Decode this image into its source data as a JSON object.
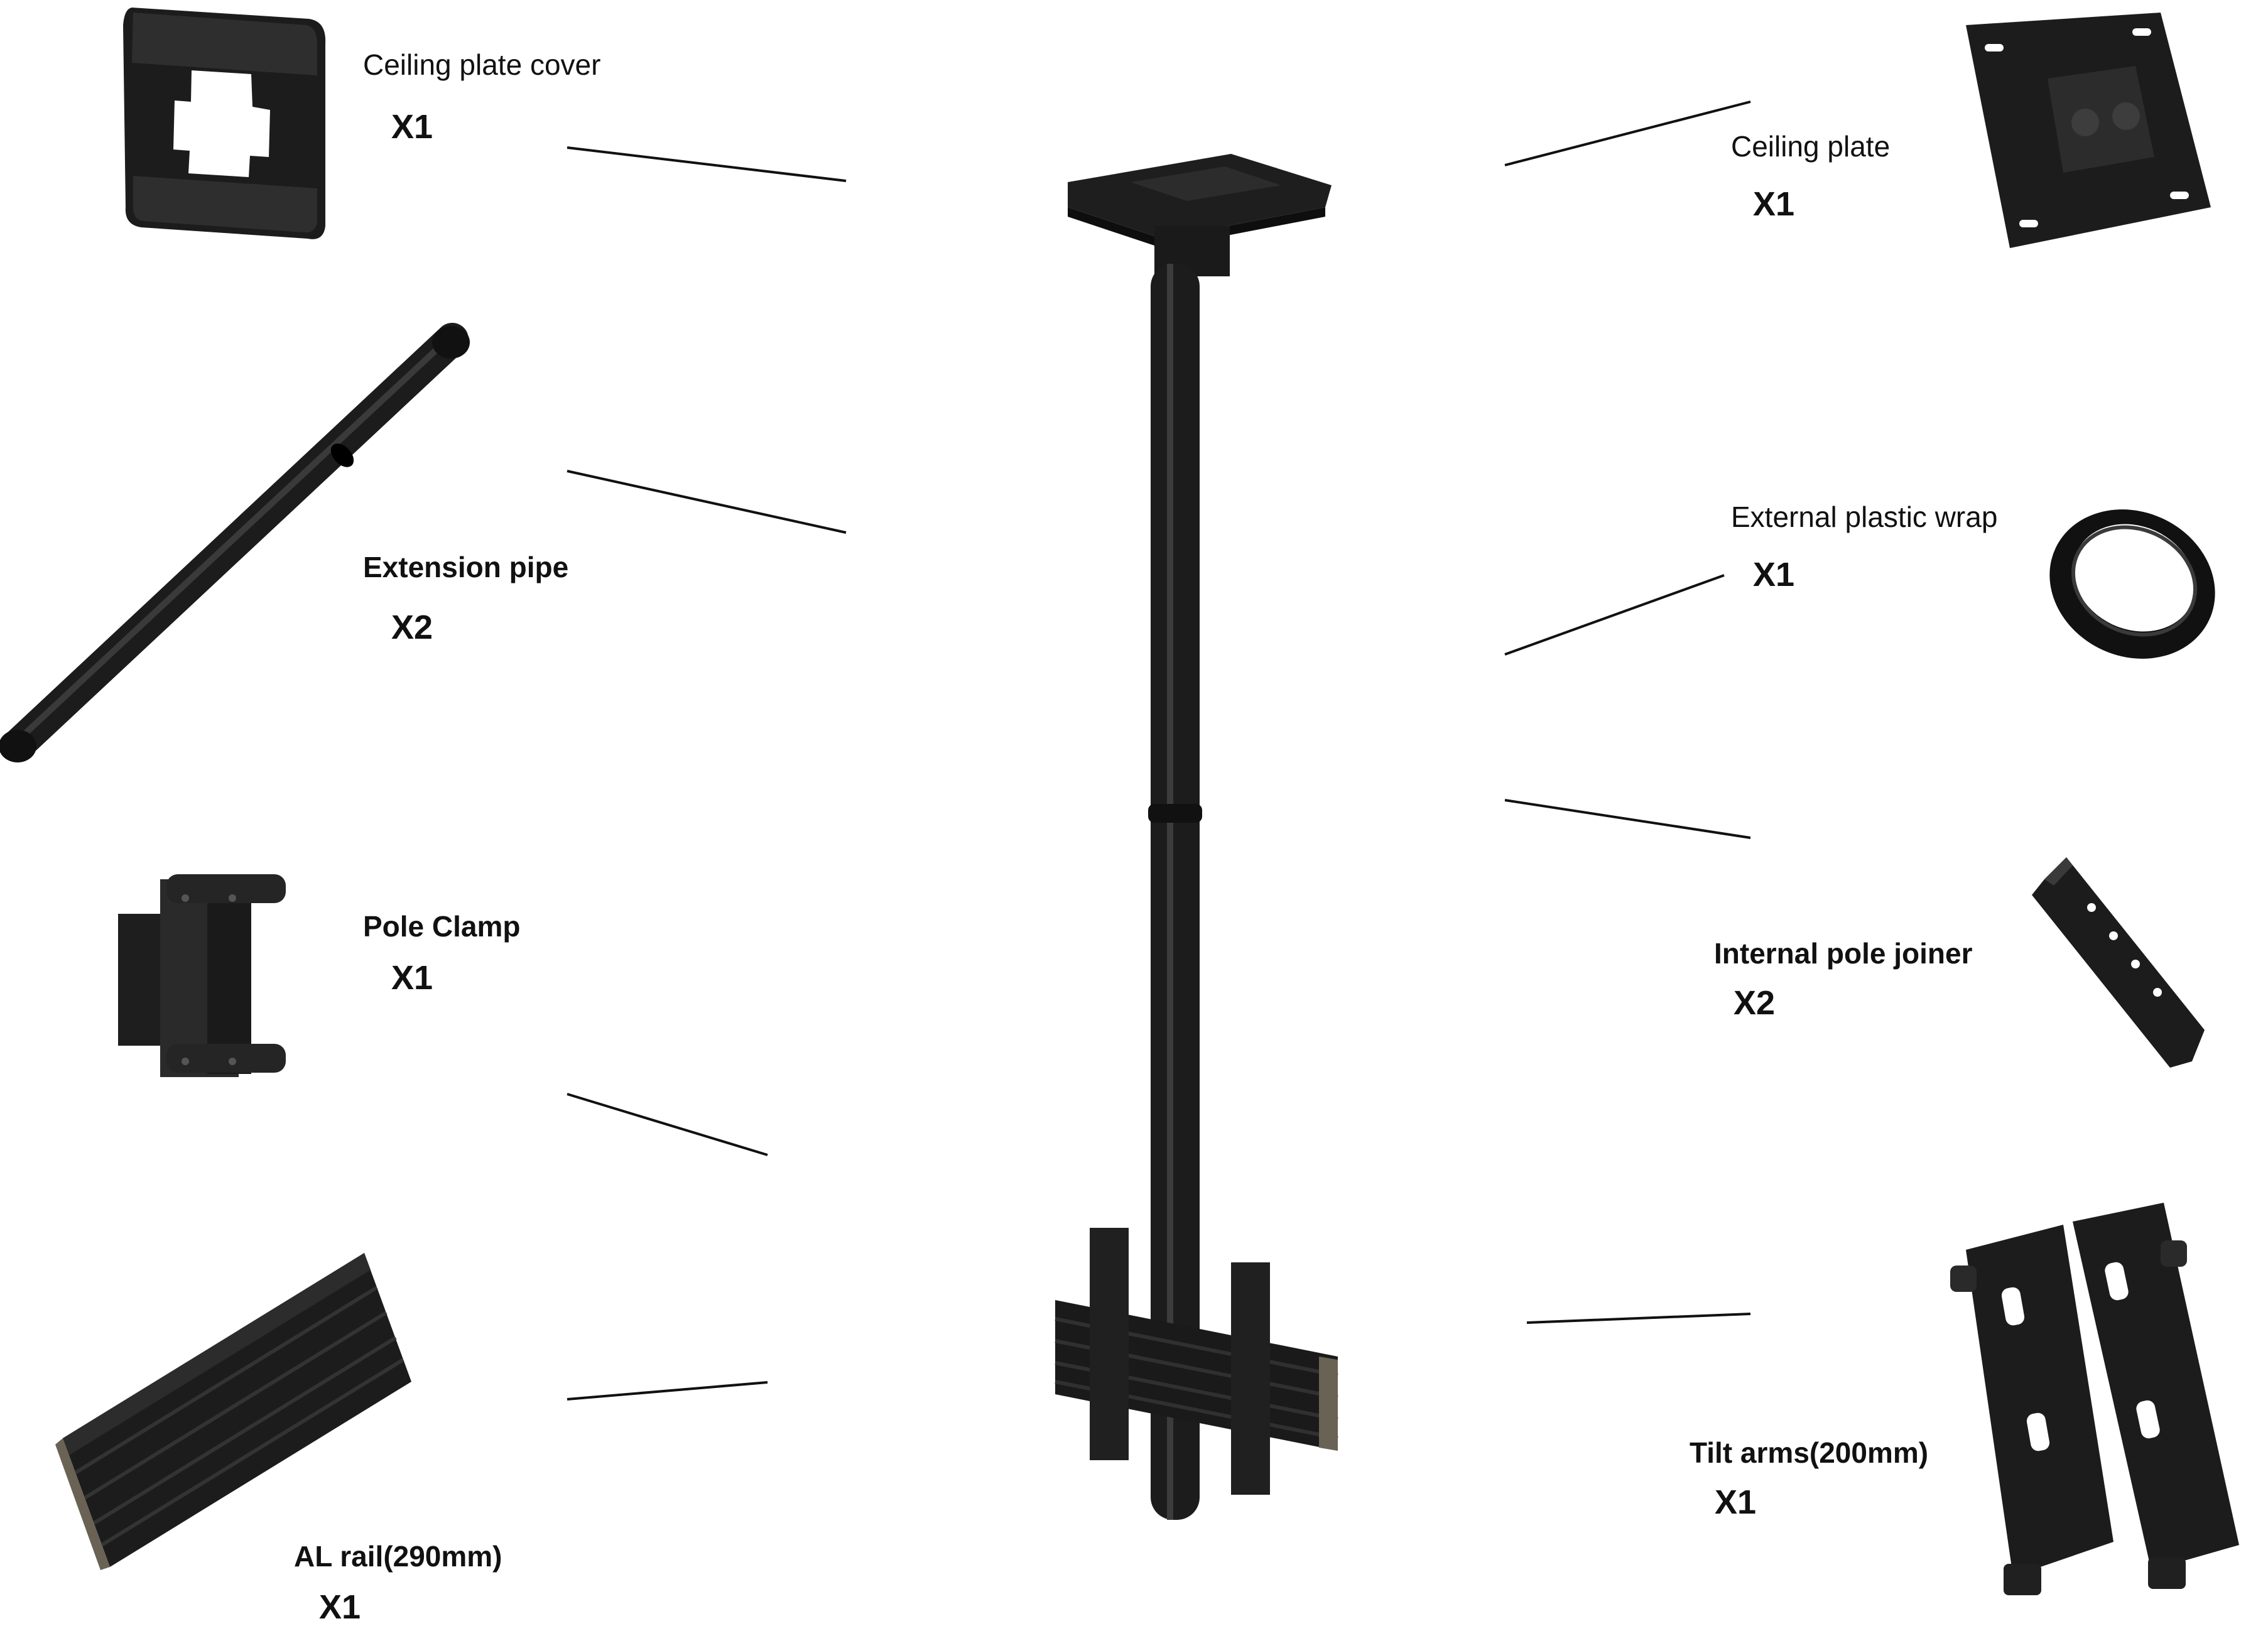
{
  "colors": {
    "part_fill": "#1a1a1a",
    "part_mid": "#2b2b2b",
    "part_highlight": "#4a4a4a",
    "leader_line": "#111111",
    "background": "#ffffff"
  },
  "parts": [
    {
      "id": "ceiling-plate-cover",
      "name": "Ceiling plate cover",
      "qty": "X1"
    },
    {
      "id": "extension-pipe",
      "name": "Extension pipe",
      "qty": "X2"
    },
    {
      "id": "pole-clamp",
      "name": "Pole Clamp",
      "qty": "X1"
    },
    {
      "id": "al-rail",
      "name": "AL rail(290mm)",
      "qty": "X1"
    },
    {
      "id": "ceiling-plate",
      "name": "Ceiling plate",
      "qty": "X1"
    },
    {
      "id": "external-plastic-wrap",
      "name": "External plastic wrap",
      "qty": "X1"
    },
    {
      "id": "internal-pole-joiner",
      "name": "Internal pole joiner",
      "qty": "X2"
    },
    {
      "id": "tilt-arms",
      "name": "Tilt arms(200mm)",
      "qty": "X1"
    }
  ]
}
